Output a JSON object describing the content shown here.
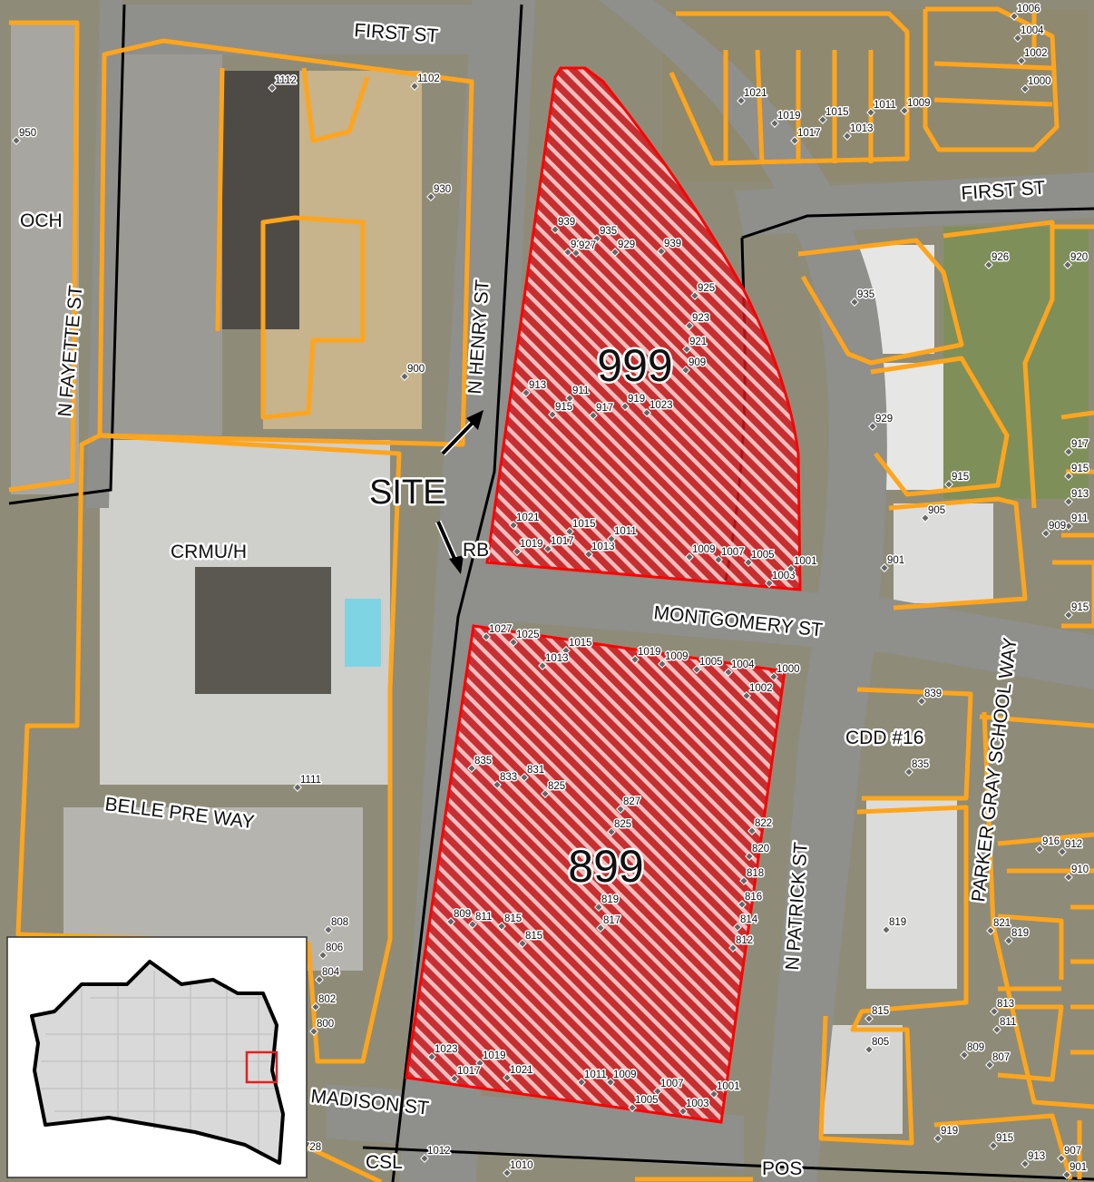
{
  "map": {
    "parcel_labels": {
      "north": "999",
      "south": "899"
    },
    "site_label": "SITE",
    "streets": {
      "first_st_west": "FIRST ST",
      "first_st_east": "FIRST ST",
      "n_fayette_st": "N FAYETTE ST",
      "n_henry_st": "N HENRY ST",
      "n_patrick_st": "N PATRICK ST",
      "montgomery_st": "MONTGOMERY ST",
      "belle_pre_way": "BELLE PRE WAY",
      "madison_st": "MADISON ST",
      "parker_gray_school_way": "PARKER GRAY SCHOOL WAY"
    },
    "zones": {
      "och": "OCH",
      "crmu_h": "CRMU/H",
      "rb": "RB",
      "cdd16": "CDD #16",
      "csl": "CSL",
      "pos": "POS"
    },
    "addresses_999": [
      "939",
      "935",
      "933",
      "929",
      "939",
      "927",
      "925",
      "923",
      "921",
      "909",
      "913",
      "911",
      "915",
      "917",
      "919",
      "1023",
      "1021",
      "1019",
      "1017",
      "1015",
      "1013",
      "1011",
      "1009",
      "1007",
      "1005",
      "1003",
      "1001"
    ],
    "addresses_899": [
      "1027",
      "1025",
      "1015",
      "1013",
      "1019",
      "1009",
      "1005",
      "1004",
      "1000",
      "1002",
      "835",
      "833",
      "831",
      "825",
      "827",
      "825",
      "822",
      "820",
      "818",
      "816",
      "814",
      "812",
      "809",
      "811",
      "815",
      "815",
      "819",
      "817",
      "1023",
      "1019",
      "1017",
      "1021",
      "1011",
      "1009",
      "1007",
      "1005",
      "1003",
      "1001"
    ],
    "addresses_other": [
      "1112",
      "1102",
      "950",
      "930",
      "900",
      "1111",
      "808",
      "806",
      "804",
      "802",
      "800",
      "1006",
      "1004",
      "1002",
      "1000",
      "1021",
      "1019",
      "1017",
      "1015",
      "1013",
      "1011",
      "1009",
      "926",
      "920",
      "935",
      "929",
      "915",
      "905",
      "901",
      "917",
      "915",
      "913",
      "911",
      "909",
      "915",
      "839",
      "835",
      "819",
      "821",
      "819",
      "916",
      "912",
      "910",
      "815",
      "813",
      "811",
      "805",
      "809",
      "807",
      "919",
      "915",
      "913",
      "907",
      "901",
      "1012",
      "1010",
      "728"
    ],
    "colors": {
      "parcel_outline": "#ffa51c",
      "site_fill": "#e21b1b",
      "site_outline": "#ff0000",
      "street": "#8f8f8c",
      "centerline": "#000000",
      "inset_highlight": "#e32020"
    }
  }
}
